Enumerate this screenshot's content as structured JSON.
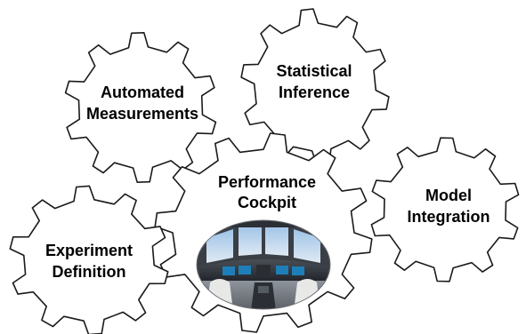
{
  "diagram": {
    "gears": [
      {
        "id": "automated-measurements",
        "lines": [
          "Automated",
          "Measurements"
        ]
      },
      {
        "id": "statistical-inference",
        "lines": [
          "Statistical",
          "Inference"
        ]
      },
      {
        "id": "performance-cockpit",
        "lines": [
          "Performance",
          "Cockpit"
        ],
        "image": "cockpit-photo"
      },
      {
        "id": "model-integration",
        "lines": [
          "Model",
          "Integration"
        ]
      },
      {
        "id": "experiment-definition",
        "lines": [
          "Experiment",
          "Definition"
        ]
      }
    ],
    "colors": {
      "outline": "#1a1a1a",
      "fill": "#ffffff",
      "text": "#000000"
    }
  }
}
